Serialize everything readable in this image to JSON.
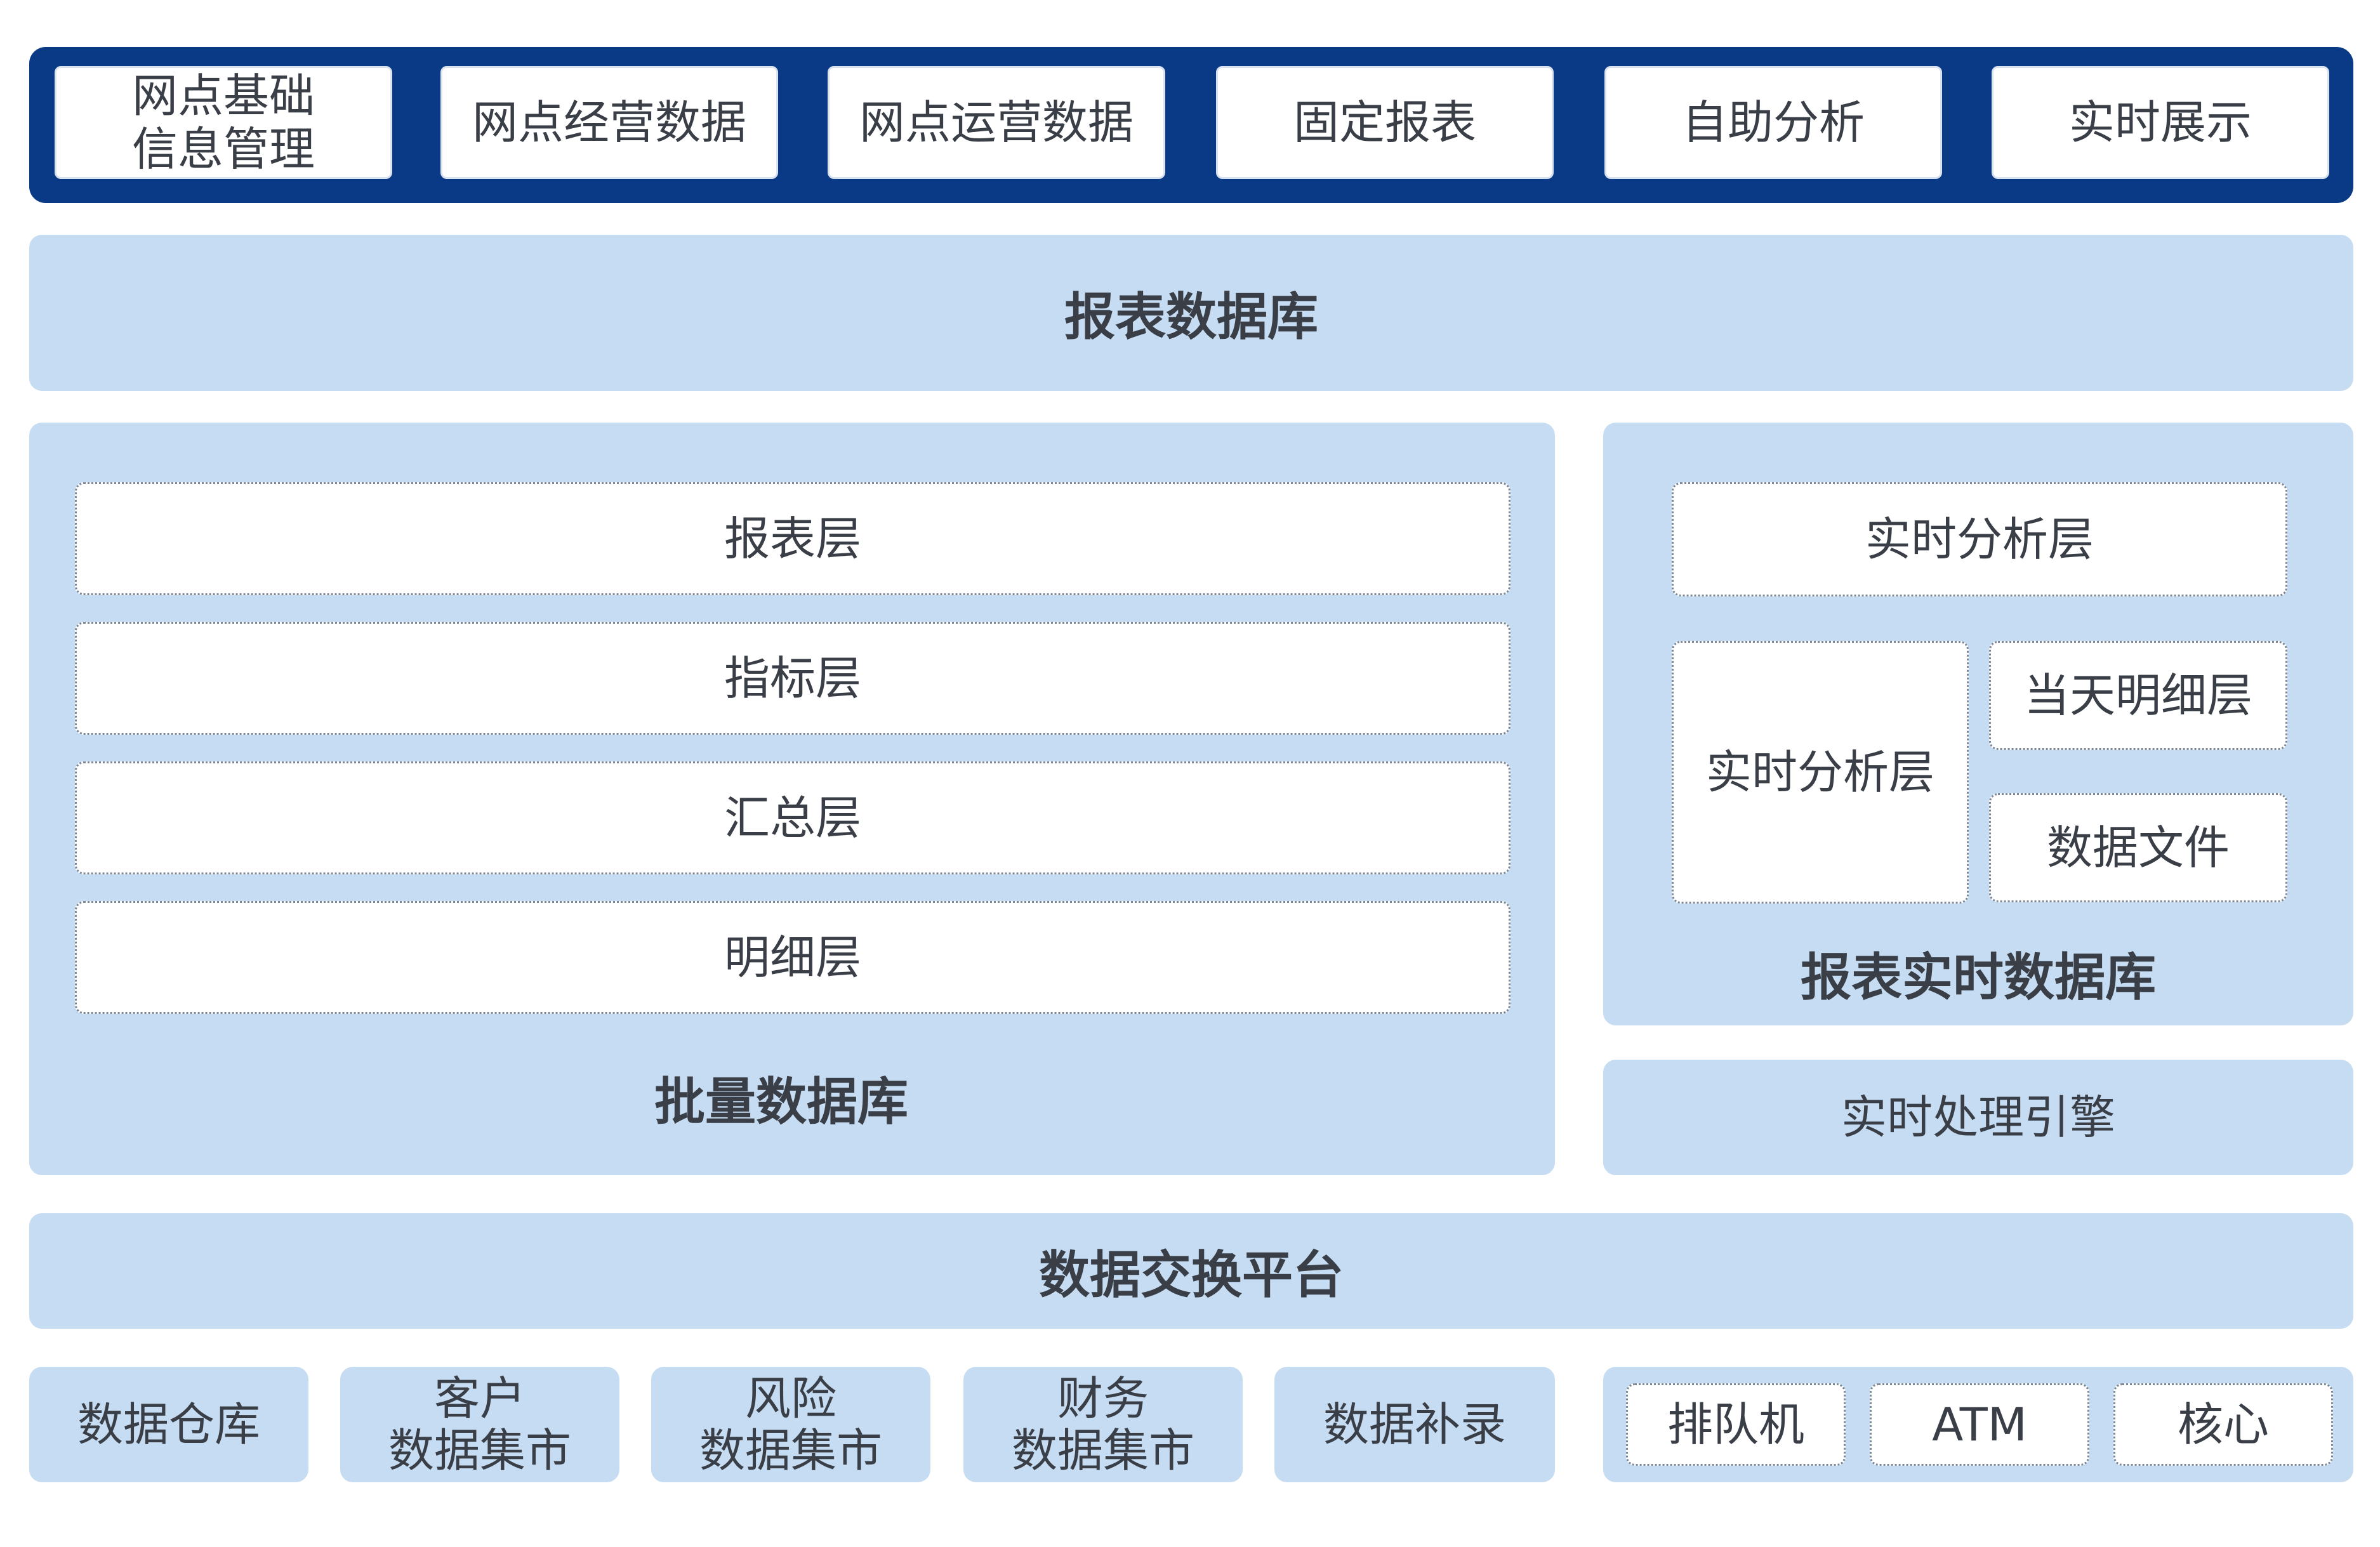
{
  "nav": {
    "items": [
      {
        "line1": "网点基础",
        "line2": "信息管理"
      },
      {
        "line1": "网点经营数据",
        "line2": ""
      },
      {
        "line1": "网点运营数据",
        "line2": ""
      },
      {
        "line1": "固定报表",
        "line2": ""
      },
      {
        "line1": "自助分析",
        "line2": ""
      },
      {
        "line1": "实时展示",
        "line2": ""
      }
    ]
  },
  "report_db": {
    "title": "报表数据库"
  },
  "batch_db": {
    "title": "批量数据库",
    "layers": [
      "报表层",
      "指标层",
      "汇总层",
      "明细层"
    ]
  },
  "realtime_db": {
    "title": "报表实时数据库",
    "top_layer": "实时分析层",
    "left_layer": "实时分析层",
    "right_top": "当天明细层",
    "right_bottom": "数据文件"
  },
  "engine": {
    "title": "实时处理引擎"
  },
  "exchange": {
    "title": "数据交换平台"
  },
  "sources": [
    {
      "line1": "数据仓库",
      "line2": ""
    },
    {
      "line1": "客户",
      "line2": "数据集市"
    },
    {
      "line1": "风险",
      "line2": "数据集市"
    },
    {
      "line1": "财务",
      "line2": "数据集市"
    },
    {
      "line1": "数据补录",
      "line2": ""
    }
  ],
  "channels": [
    "排队机",
    "ATM",
    "核心"
  ]
}
